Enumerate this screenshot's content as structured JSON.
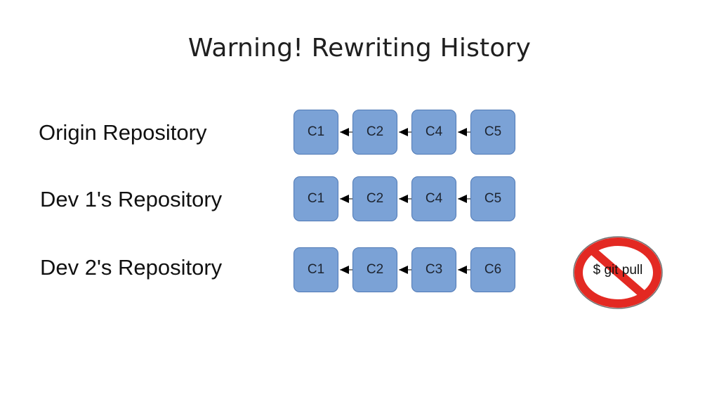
{
  "title": "Warning! Rewriting History",
  "repositories": [
    {
      "label": "Origin Repository",
      "commits": [
        "C1",
        "C2",
        "C4",
        "C5"
      ]
    },
    {
      "label": "Dev 1's Repository",
      "commits": [
        "C1",
        "C2",
        "C4",
        "C5"
      ]
    },
    {
      "label": "Dev 2's Repository",
      "commits": [
        "C1",
        "C2",
        "C3",
        "C6"
      ]
    }
  ],
  "prohibited_command": "$ git pull",
  "colors": {
    "commit_fill": "#7ba2d6",
    "commit_border": "#4f79b5",
    "no_sign_red": "#e32922",
    "arrow": "#000000"
  },
  "icons": {
    "prohibition": "no-entry-sign-icon",
    "arrow": "arrow-left-icon"
  }
}
